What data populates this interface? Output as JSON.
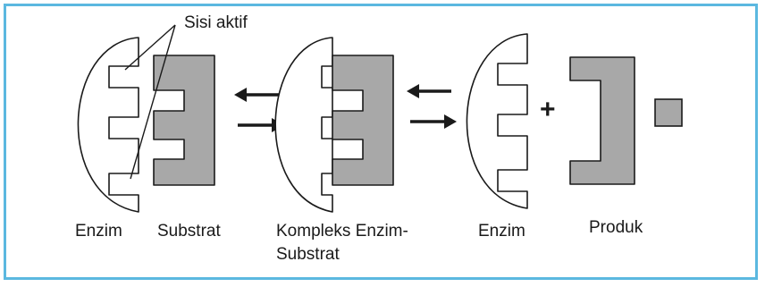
{
  "labels": {
    "active_site": "Sisi aktif",
    "enzyme_left": "Enzim",
    "substrate": "Substrat",
    "complex_line1": "Kompleks Enzim-",
    "complex_line2": "Substrat",
    "enzyme_right": "Enzim",
    "product": "Produk",
    "plus": "+"
  },
  "colors": {
    "frame_border": "#5bb8e0",
    "shape_fill": "#a8a8a8",
    "stroke": "#1a1a1a"
  }
}
